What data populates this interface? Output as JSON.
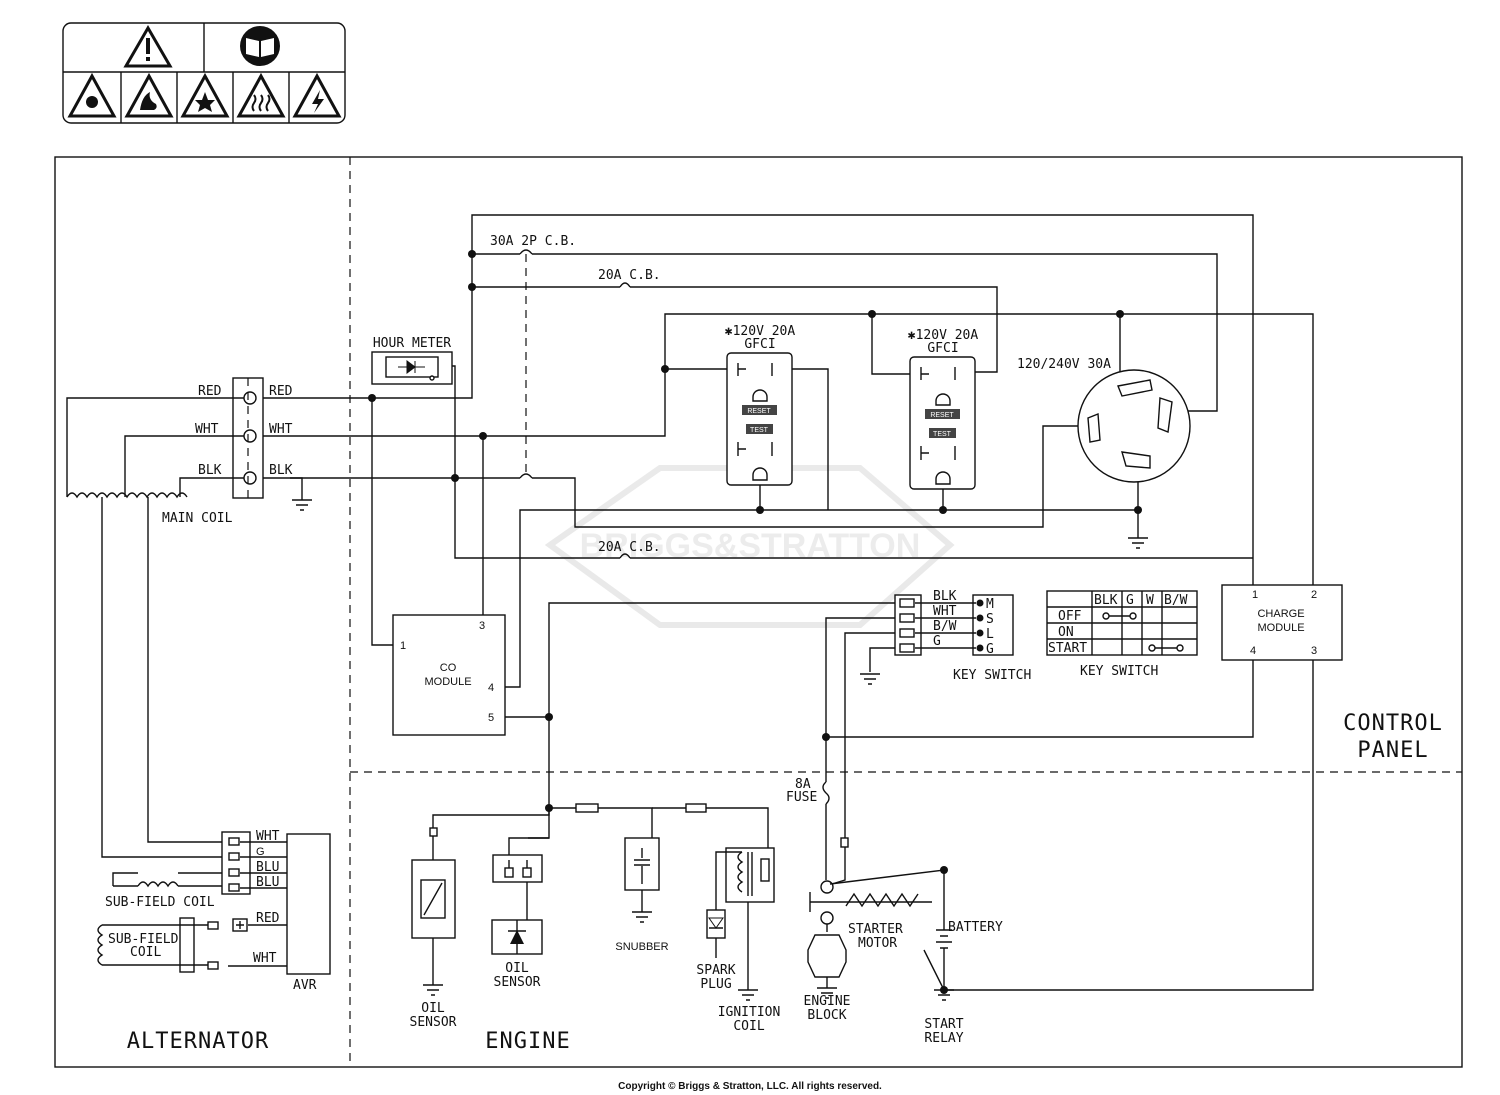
{
  "safety_icons": [
    "warning-icon",
    "manual-icon",
    "toxic-gas-icon",
    "fire-icon",
    "explosion-icon",
    "hot-surface-icon",
    "electric-shock-icon"
  ],
  "sections": {
    "alternator": "ALTERNATOR",
    "engine": "ENGINE",
    "control_panel_1": "CONTROL",
    "control_panel_2": "PANEL"
  },
  "breakers": {
    "main": "30A 2P C.B.",
    "cb1": "20A C.B.",
    "cb2": "20A C.B."
  },
  "hour_meter": "HOUR METER",
  "gfci1": {
    "line1": "✱120V 20A",
    "line2": "GFCI"
  },
  "gfci2": {
    "line1": "✱120V 20A",
    "line2": "GFCI"
  },
  "gfci_buttons": {
    "reset": "RESET",
    "test": "TEST"
  },
  "twistlock": "120/240V 30A",
  "alt_terms": {
    "red_l": "RED",
    "red_r": "RED",
    "wht_l": "WHT",
    "wht_r": "WHT",
    "blk_l": "BLK",
    "blk_r": "BLK"
  },
  "main_coil": "MAIN COIL",
  "co_module": {
    "line1": "CO",
    "line2": "MODULE",
    "p1": "1",
    "p3": "3",
    "p4": "4",
    "p5": "5"
  },
  "key_switch": {
    "blk": "BLK",
    "wht": "WHT",
    "bw": "B/W",
    "g": "G",
    "m": "M",
    "s": "S",
    "l": "L",
    "gt": "G",
    "label": "KEY SWITCH"
  },
  "key_table": {
    "headers": [
      "",
      "BLK",
      "G",
      "W",
      "B/W"
    ],
    "rows": [
      "OFF",
      "ON",
      "START"
    ],
    "label": "KEY SWITCH"
  },
  "charge_module": {
    "line1": "CHARGE",
    "line2": "MODULE",
    "p1": "1",
    "p2": "2",
    "p3": "3",
    "p4": "4"
  },
  "fuse": {
    "line1": "8A",
    "line2": "FUSE"
  },
  "avr": {
    "wht": "WHT",
    "g": "G",
    "blu1": "BLU",
    "blu2": "BLU",
    "red": "RED",
    "wht2": "WHT",
    "label": "AVR"
  },
  "subfield1": "SUB-FIELD COIL",
  "subfield2": {
    "line1": "SUB-FIELD",
    "line2": "COIL"
  },
  "oil_sensor1": {
    "line1": "OIL",
    "line2": "SENSOR"
  },
  "oil_sensor2": {
    "line1": "OIL",
    "line2": "SENSOR"
  },
  "snubber": "SNUBBER",
  "spark_plug": {
    "line1": "SPARK",
    "line2": "PLUG"
  },
  "ignition_coil": {
    "line1": "IGNITION",
    "line2": "COIL"
  },
  "starter_motor": {
    "line1": "STARTER",
    "line2": "MOTOR"
  },
  "battery": "BATTERY",
  "engine_block": {
    "line1": "ENGINE",
    "line2": "BLOCK"
  },
  "start_relay": {
    "line1": "START",
    "line2": "RELAY"
  },
  "watermark": "BRIGGS&STRATTON",
  "copyright": "Copyright © Briggs & Stratton, LLC. All rights reserved."
}
